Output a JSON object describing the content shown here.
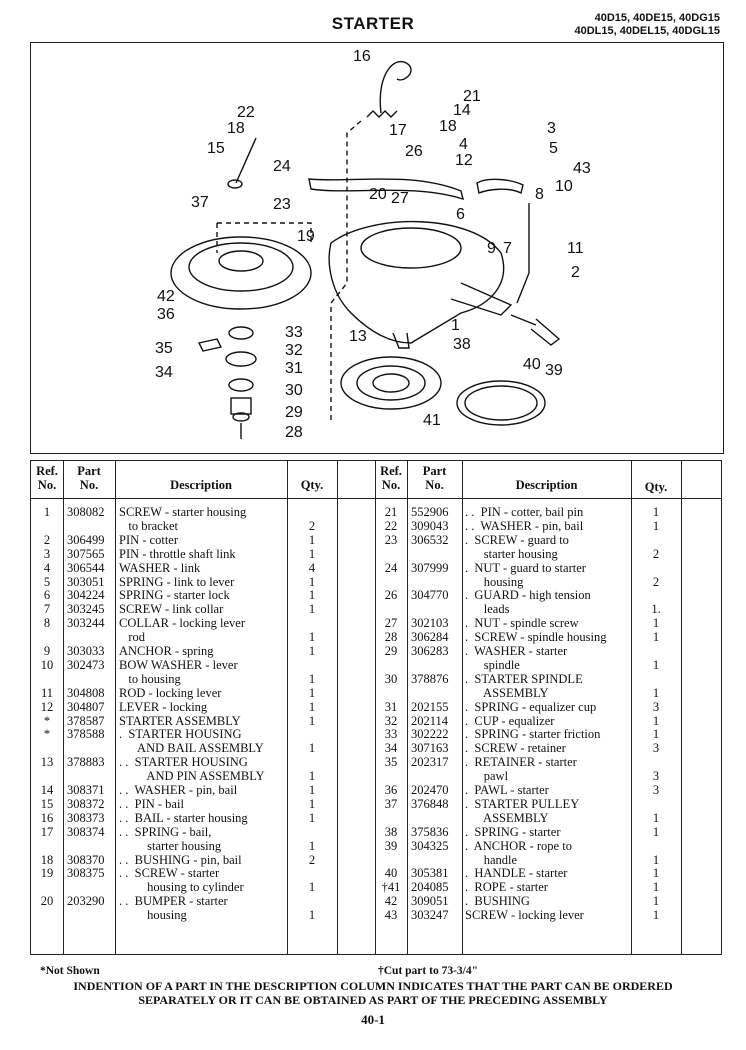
{
  "header": {
    "title": "STARTER",
    "models_line1": "40D15, 40DE15, 40DG15",
    "models_line2": "40DL15, 40DEL15, 40DGL15"
  },
  "diagram": {
    "callouts": [
      "16",
      "21",
      "14",
      "22",
      "18",
      "17",
      "18",
      "3",
      "4",
      "5",
      "15",
      "24",
      "26",
      "12",
      "43",
      "10",
      "20",
      "27",
      "8",
      "37",
      "23",
      "6",
      "19",
      "9",
      "7",
      "11",
      "2",
      "42",
      "36",
      "33",
      "13",
      "1",
      "35",
      "32",
      "38",
      "34",
      "31",
      "40",
      "39",
      "30",
      "29",
      "41",
      "28"
    ]
  },
  "table": {
    "headers": {
      "ref": [
        "Ref.",
        "No."
      ],
      "part": [
        "Part",
        "No."
      ],
      "desc": "Description",
      "qty": "Qty."
    },
    "left_rows": [
      {
        "ref": "1",
        "part": "308082",
        "desc": "SCREW - starter housing",
        "qty": ""
      },
      {
        "ref": "",
        "part": "",
        "desc": "   to bracket",
        "qty": "2"
      },
      {
        "ref": "2",
        "part": "306499",
        "desc": "PIN - cotter",
        "qty": "1"
      },
      {
        "ref": "3",
        "part": "307565",
        "desc": "PIN - throttle shaft link",
        "qty": "1"
      },
      {
        "ref": "4",
        "part": "306544",
        "desc": "WASHER - link",
        "qty": "4"
      },
      {
        "ref": "5",
        "part": "303051",
        "desc": "SPRING - link to lever",
        "qty": "1"
      },
      {
        "ref": "6",
        "part": "304224",
        "desc": "SPRING - starter lock",
        "qty": "1"
      },
      {
        "ref": "7",
        "part": "303245",
        "desc": "SCREW - link collar",
        "qty": "1"
      },
      {
        "ref": "8",
        "part": "303244",
        "desc": "COLLAR - locking lever",
        "qty": ""
      },
      {
        "ref": "",
        "part": "",
        "desc": "   rod",
        "qty": "1"
      },
      {
        "ref": "9",
        "part": "303033",
        "desc": "ANCHOR - spring",
        "qty": "1"
      },
      {
        "ref": "10",
        "part": "302473",
        "desc": "BOW WASHER - lever",
        "qty": ""
      },
      {
        "ref": "",
        "part": "",
        "desc": "   to housing",
        "qty": "1"
      },
      {
        "ref": "11",
        "part": "304808",
        "desc": "ROD - locking lever",
        "qty": "1"
      },
      {
        "ref": "12",
        "part": "304807",
        "desc": "LEVER - locking",
        "qty": "1"
      },
      {
        "ref": "*",
        "part": "378587",
        "desc": "STARTER ASSEMBLY",
        "qty": "1"
      },
      {
        "ref": "*",
        "part": "378588",
        "desc": ".  STARTER HOUSING",
        "qty": ""
      },
      {
        "ref": "",
        "part": "",
        "desc": "      AND BAIL ASSEMBLY",
        "qty": "1"
      },
      {
        "ref": "13",
        "part": "378883",
        "desc": ". .  STARTER HOUSING",
        "qty": ""
      },
      {
        "ref": "",
        "part": "",
        "desc": "         AND PIN ASSEMBLY",
        "qty": "1"
      },
      {
        "ref": "14",
        "part": "308371",
        "desc": ". .  WASHER - pin, bail",
        "qty": "1"
      },
      {
        "ref": "15",
        "part": "308372",
        "desc": ". .  PIN - bail",
        "qty": "1"
      },
      {
        "ref": "16",
        "part": "308373",
        "desc": ". .  BAIL - starter housing",
        "qty": "1"
      },
      {
        "ref": "17",
        "part": "308374",
        "desc": ". .  SPRING - bail,",
        "qty": ""
      },
      {
        "ref": "",
        "part": "",
        "desc": "         starter housing",
        "qty": "1"
      },
      {
        "ref": "18",
        "part": "308370",
        "desc": ". .  BUSHING - pin, bail",
        "qty": "2"
      },
      {
        "ref": "19",
        "part": "308375",
        "desc": ". .  SCREW - starter",
        "qty": ""
      },
      {
        "ref": "",
        "part": "",
        "desc": "         housing to cylinder",
        "qty": "1"
      },
      {
        "ref": "20",
        "part": "203290",
        "desc": ". .  BUMPER - starter",
        "qty": ""
      },
      {
        "ref": "",
        "part": "",
        "desc": "         housing",
        "qty": "1"
      }
    ],
    "right_rows": [
      {
        "ref": "21",
        "part": "552906",
        "desc": ". .  PIN - cotter, bail pin",
        "qty": "1"
      },
      {
        "ref": "22",
        "part": "309043",
        "desc": ". .  WASHER - pin, bail",
        "qty": "1"
      },
      {
        "ref": "23",
        "part": "306532",
        "desc": ".  SCREW - guard to",
        "qty": ""
      },
      {
        "ref": "",
        "part": "",
        "desc": "      starter housing",
        "qty": "2"
      },
      {
        "ref": "24",
        "part": "307999",
        "desc": ".  NUT - guard to starter",
        "qty": ""
      },
      {
        "ref": "",
        "part": "",
        "desc": "      housing",
        "qty": "2"
      },
      {
        "ref": "26",
        "part": "304770",
        "desc": ".  GUARD - high tension",
        "qty": ""
      },
      {
        "ref": "",
        "part": "",
        "desc": "      leads",
        "qty": "1."
      },
      {
        "ref": "27",
        "part": "302103",
        "desc": ".  NUT - spindle screw",
        "qty": "1"
      },
      {
        "ref": "28",
        "part": "306284",
        "desc": ".  SCREW - spindle housing",
        "qty": "1"
      },
      {
        "ref": "29",
        "part": "306283",
        "desc": ".  WASHER - starter",
        "qty": ""
      },
      {
        "ref": "",
        "part": "",
        "desc": "      spindle",
        "qty": "1"
      },
      {
        "ref": "30",
        "part": "378876",
        "desc": ".  STARTER SPINDLE",
        "qty": ""
      },
      {
        "ref": "",
        "part": "",
        "desc": "      ASSEMBLY",
        "qty": "1"
      },
      {
        "ref": "31",
        "part": "202155",
        "desc": ".  SPRING - equalizer cup",
        "qty": "3"
      },
      {
        "ref": "32",
        "part": "202114",
        "desc": ".  CUP - equalizer",
        "qty": "1"
      },
      {
        "ref": "33",
        "part": "302222",
        "desc": ".  SPRING - starter friction",
        "qty": "1"
      },
      {
        "ref": "34",
        "part": "307163",
        "desc": ".  SCREW - retainer",
        "qty": "3"
      },
      {
        "ref": "35",
        "part": "202317",
        "desc": ".  RETAINER - starter",
        "qty": ""
      },
      {
        "ref": "",
        "part": "",
        "desc": "      pawl",
        "qty": "3"
      },
      {
        "ref": "36",
        "part": "202470",
        "desc": ".  PAWL - starter",
        "qty": "3"
      },
      {
        "ref": "37",
        "part": "376848",
        "desc": ".  STARTER PULLEY",
        "qty": ""
      },
      {
        "ref": "",
        "part": "",
        "desc": "      ASSEMBLY",
        "qty": "1"
      },
      {
        "ref": "38",
        "part": "375836",
        "desc": ".  SPRING - starter",
        "qty": "1"
      },
      {
        "ref": "39",
        "part": "304325",
        "desc": ".  ANCHOR - rope to",
        "qty": ""
      },
      {
        "ref": "",
        "part": "",
        "desc": "      handle",
        "qty": "1"
      },
      {
        "ref": "40",
        "part": "305381",
        "desc": ".  HANDLE - starter",
        "qty": "1"
      },
      {
        "ref": "†41",
        "part": "204085",
        "desc": ".  ROPE - starter",
        "qty": "1"
      },
      {
        "ref": "42",
        "part": "309051",
        "desc": ".  BUSHING",
        "qty": "1"
      },
      {
        "ref": "43",
        "part": "303247",
        "desc": "SCREW - locking lever",
        "qty": "1"
      }
    ]
  },
  "footer": {
    "not_shown": "*Not Shown",
    "cut_note": "†Cut part to 73-3/4\"",
    "indention_line1": "INDENTION OF A PART IN THE DESCRIPTION COLUMN INDICATES THAT THE PART CAN BE ORDERED",
    "indention_line2": "SEPARATELY OR IT CAN BE OBTAINED AS PART OF THE PRECEDING ASSEMBLY",
    "page_number": "40-1"
  }
}
